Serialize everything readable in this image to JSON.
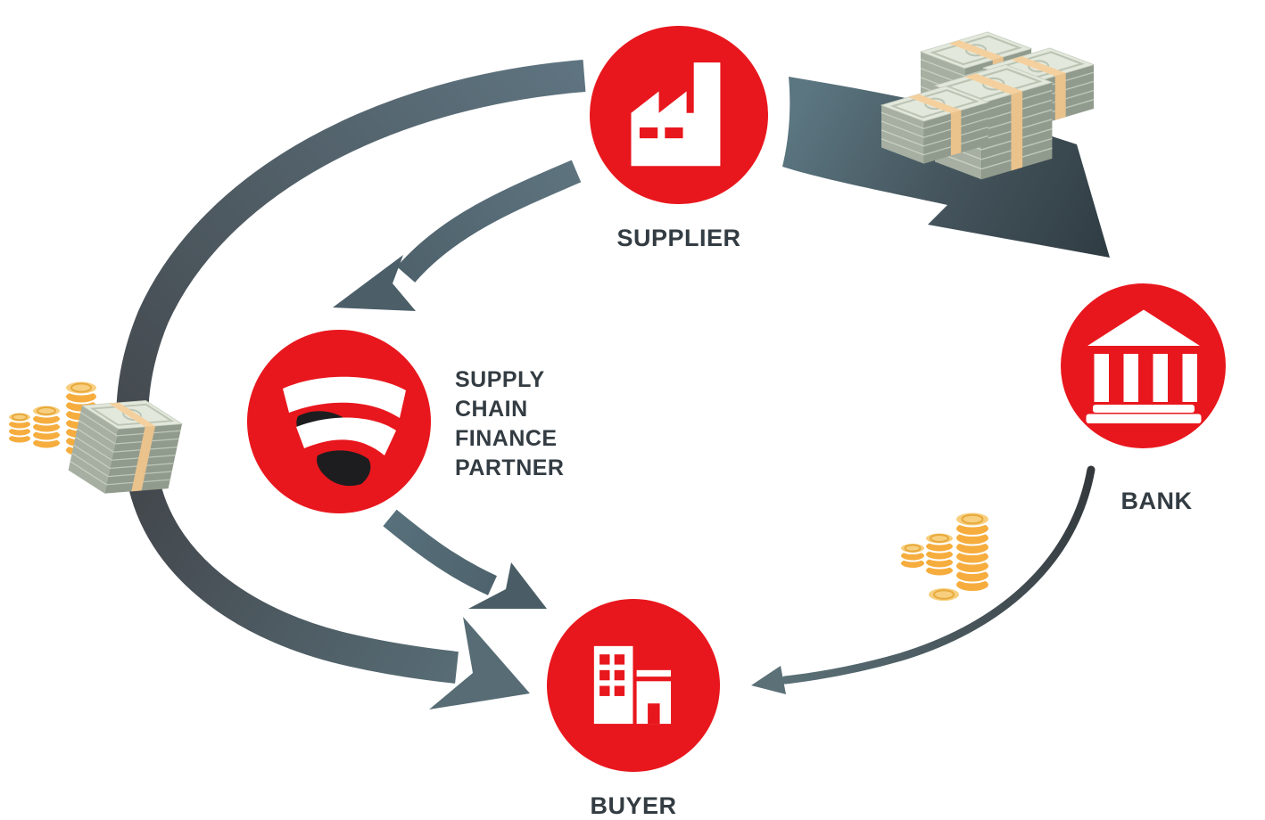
{
  "diagram": {
    "nodes": {
      "supplier": {
        "label": "SUPPLIER",
        "icon": "factory-icon"
      },
      "scf_partner": {
        "label": "SUPPLY\nCHAIN\nFINANCE\nPARTNER",
        "icon": "scf-partner-logo"
      },
      "bank": {
        "label": "BANK",
        "icon": "bank-building-icon"
      },
      "buyer": {
        "label": "BUYER",
        "icon": "office-buildings-icon"
      }
    },
    "flows": [
      {
        "from": "supplier",
        "to": "bank",
        "style": "wide-ribbon-arrow"
      },
      {
        "from": "supplier",
        "to": "scf_partner",
        "style": "curved-arrow"
      },
      {
        "from": "scf_partner",
        "to": "buyer",
        "style": "curved-arrow"
      },
      {
        "from": "supplier",
        "to": "buyer",
        "style": "large-circular-arrow-left"
      },
      {
        "from": "bank",
        "to": "buyer",
        "style": "thin-curved-arrow"
      }
    ],
    "decorations": [
      {
        "name": "cash-bundle-pile",
        "position": "top-right"
      },
      {
        "name": "coin-stacks-and-cash-bundle",
        "position": "left"
      },
      {
        "name": "coin-stacks",
        "position": "bottom-center-right"
      }
    ],
    "colors": {
      "node_red": "#e8171d",
      "icon_white": "#ffffff",
      "logo_black": "#1d1d1f",
      "arrow_slate": "#5a7078",
      "arrow_dark": "#343f45",
      "label_text": "#333c42",
      "coin_gold": "#f6ad3e",
      "coin_top": "#f7cf7e",
      "cash_note": "#e3e8dc",
      "cash_band": "#f4d09e"
    }
  }
}
